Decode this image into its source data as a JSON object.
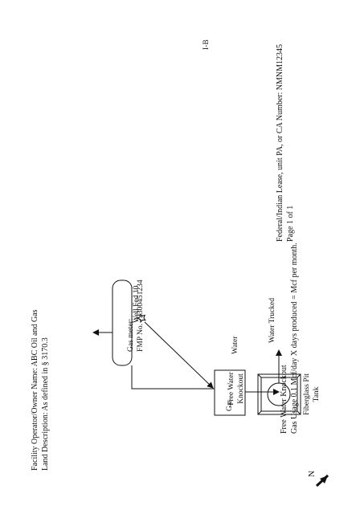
{
  "page_label": "I-B",
  "header": {
    "operator_line": "Facility Operator/Owner Name: ABC Oil and Gas",
    "land_line": "Land Description:  As defined in § 3170.3",
    "lease_line": "Federal/Indian Lease, unit PA, or CA Number: NMNM12345",
    "page_line": "Page 1 of 1"
  },
  "diagram": {
    "well_label": "Well Fed 10",
    "gas_meter_title": "Gas meter:",
    "gas_meter_id": "FMP No. 72300451234",
    "knockout_label_1": "Free Water",
    "knockout_label_2": "Knockout",
    "water_label": "Water",
    "gas_label": "Gas",
    "water_trucked_label": "Water Trucked",
    "tank_label_1": "Fiberglass Pit",
    "tank_label_2": "Tank",
    "north_label": "N"
  },
  "notes": {
    "title": "Free Water Knockout",
    "usage": "Gas Usage 0.1 Mcf/day X days produced = Mcf per month."
  }
}
